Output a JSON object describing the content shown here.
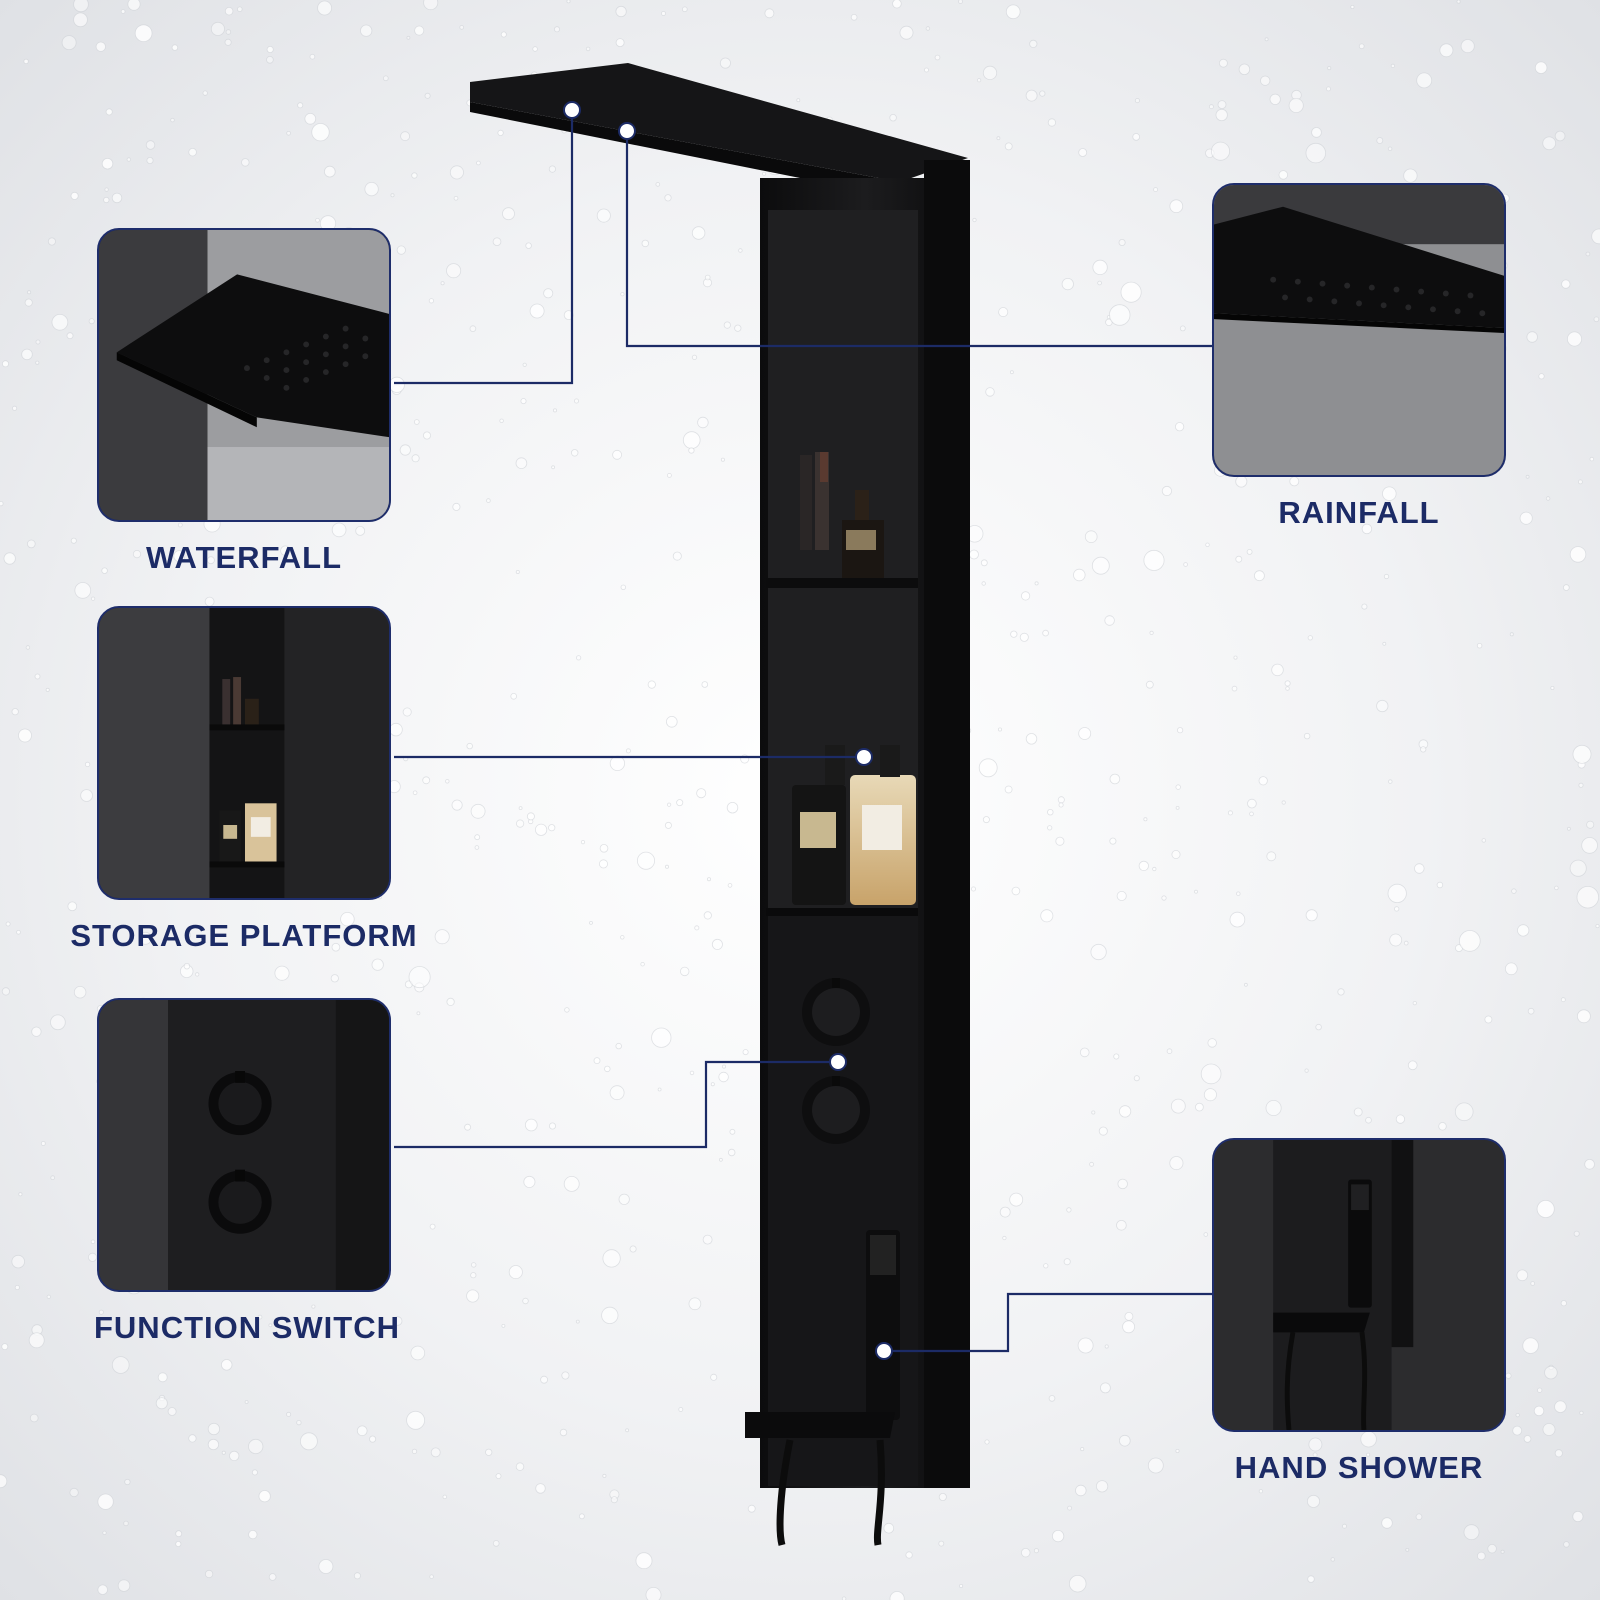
{
  "features": [
    {
      "id": "waterfall",
      "label": "WATERFALL"
    },
    {
      "id": "storage",
      "label": "STORAGE PLATFORM"
    },
    {
      "id": "function",
      "label": "FUNCTION SWITCH"
    },
    {
      "id": "rainfall",
      "label": "RAINFALL"
    },
    {
      "id": "hand-shower",
      "label": "HAND SHOWER"
    }
  ],
  "colors": {
    "accent": "#1c2b66",
    "panel": "#111113",
    "background": "#eef0f2"
  }
}
